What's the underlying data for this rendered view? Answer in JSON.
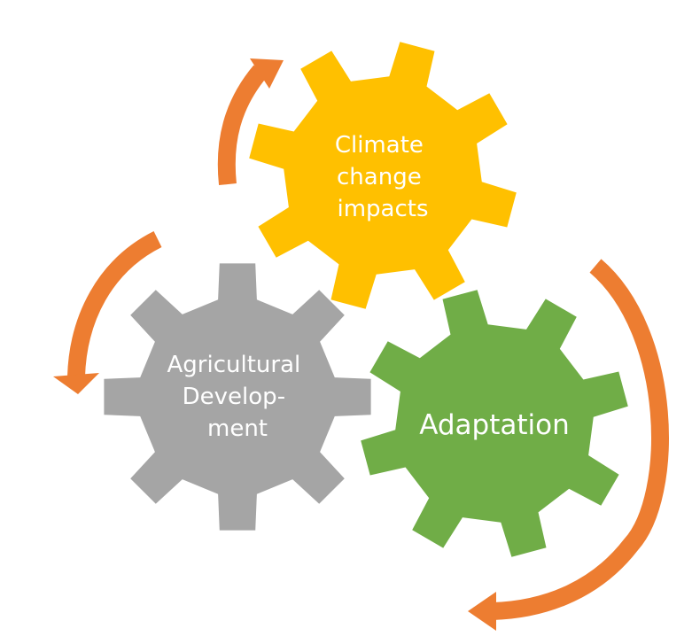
{
  "gears": {
    "climate": {
      "lines": [
        "Climate",
        "change",
        "impacts"
      ],
      "color": "#FFC000"
    },
    "agricultural": {
      "lines": [
        "Agricultural",
        "Develop-",
        "ment"
      ],
      "color": "#A5A5A5"
    },
    "adaptation": {
      "lines": [
        "Adaptation"
      ],
      "color": "#70AD47"
    }
  },
  "arrow_color": "#ED7D31"
}
